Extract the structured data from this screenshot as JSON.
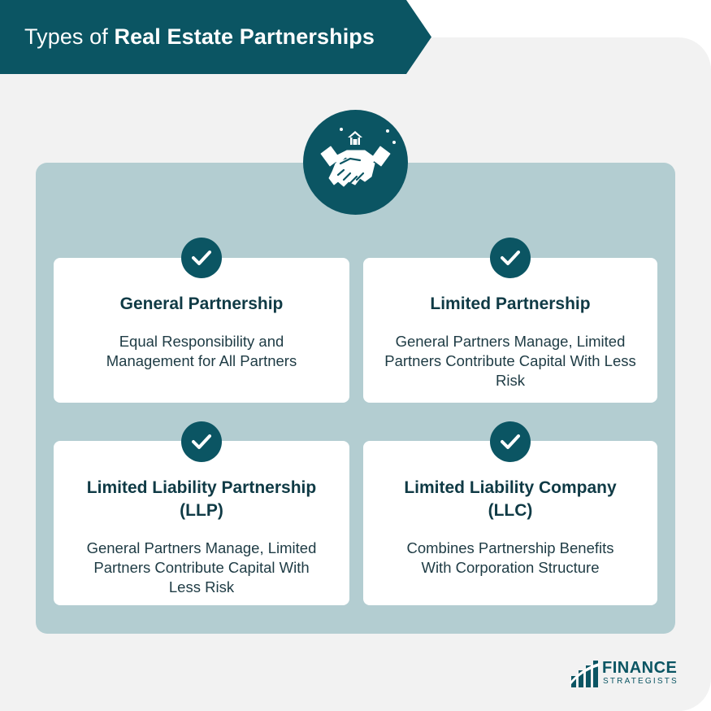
{
  "title": {
    "prefix": "Types of ",
    "bold": "Real Estate Partnerships"
  },
  "hero_icon": "handshake-house-icon",
  "cards": [
    {
      "title": "General Partnership",
      "description": "Equal Responsibility and Management for All Partners"
    },
    {
      "title": "Limited Partnership",
      "description": "General Partners Manage, Limited Partners Contribute Capital With Less Risk"
    },
    {
      "title": "Limited Liability Partnership (LLP)",
      "description": "General Partners Manage, Limited Partners Contribute Capital With Less Risk"
    },
    {
      "title": "Limited Liability Company (LLC)",
      "description": "Combines Partnership Benefits With Corporation Structure"
    }
  ],
  "logo": {
    "line1": "FINANCE",
    "line2": "STRATEGISTS"
  },
  "colors": {
    "primary": "#0b5563",
    "panel": "#b3cdd1",
    "background": "#f2f2f2"
  }
}
